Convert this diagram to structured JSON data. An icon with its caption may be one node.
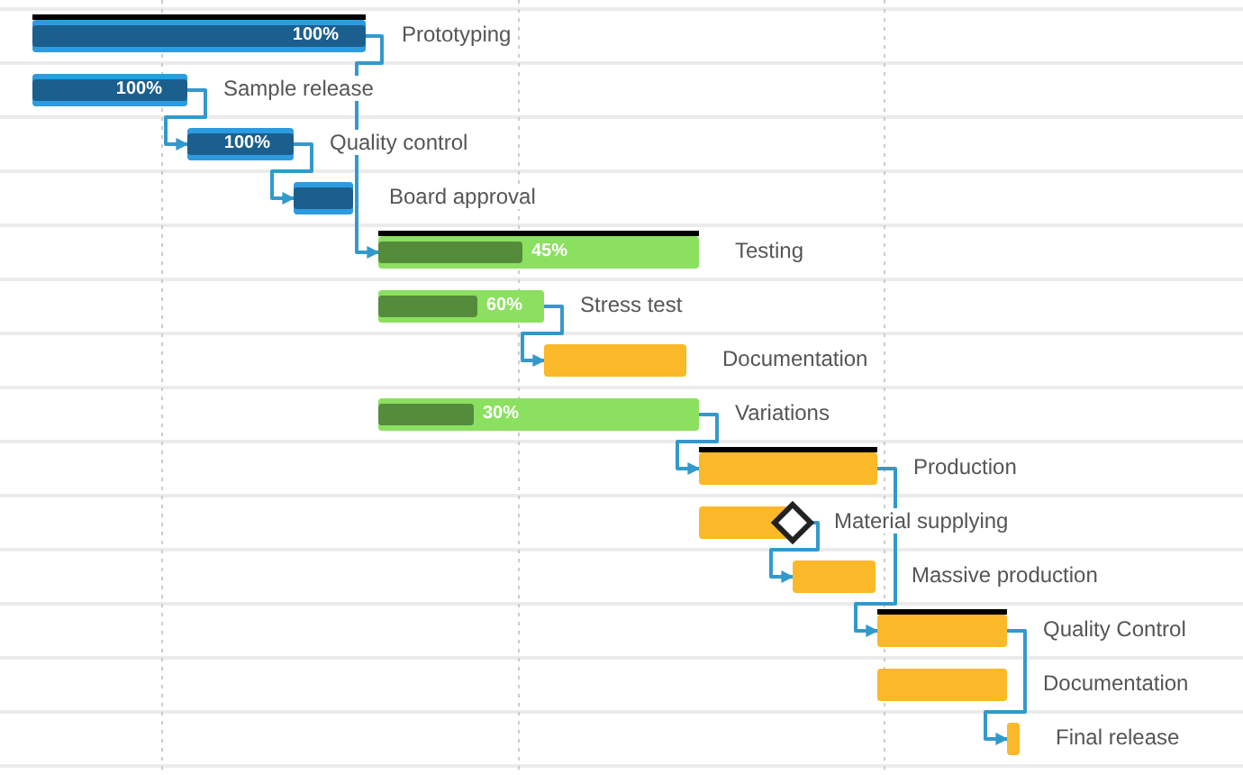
{
  "diagram": {
    "nodes": [
      {
        "text": [
          "100%"
        ]
      },
      {
        "text": [
          "100%"
        ]
      },
      {
        "text": [
          "100%"
        ]
      },
      {
        "text": [],
        "shape": "bar"
      },
      {
        "text": [
          "45%"
        ]
      },
      {
        "text": [
          "60%"
        ]
      },
      {
        "text": [],
        "shape": "bar"
      },
      {
        "text": [
          "30%"
        ]
      },
      {
        "text": [],
        "shape": "bar"
      },
      {
        "text": [],
        "shape": "bar"
      },
      {
        "text": [],
        "shape": "diamond"
      },
      {
        "text": [],
        "shape": "bar"
      },
      {
        "text": [],
        "shape": "bar"
      },
      {
        "text": [],
        "shape": "bar"
      },
      {
        "text": [],
        "shape": "bar"
      }
    ],
    "edges": [
      {
        "from": 0,
        "to": 4,
        "arrow": "to"
      },
      {
        "from": 1,
        "to": 2,
        "arrow": "to"
      },
      {
        "from": 2,
        "to": 3,
        "arrow": "to"
      },
      {
        "from": 5,
        "to": 6,
        "arrow": "to"
      },
      {
        "from": 7,
        "to": 8,
        "arrow": "to"
      },
      {
        "from": 8,
        "to": 12,
        "arrow": "to"
      },
      {
        "from": 10,
        "to": 11,
        "arrow": "to"
      },
      {
        "from": 12,
        "to": 14,
        "arrow": "to"
      }
    ],
    "labels": [
      "Prototyping",
      "Sample release",
      "Quality control",
      "Board approval",
      "Testing",
      "Stress test",
      "Documentation",
      "Variations",
      "Production",
      "Material supplying",
      "Massive production",
      "Quality Control",
      "Documentation",
      "Final release"
    ]
  }
}
